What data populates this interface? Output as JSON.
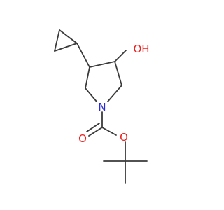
{
  "molecule": {
    "atoms": {
      "hydroxyl": {
        "label": "OH",
        "element": "O"
      },
      "ring_nitrogen": {
        "label": "N",
        "element": "N"
      },
      "carbonyl_oxygen": {
        "label": "O",
        "element": "O"
      },
      "ester_oxygen": {
        "label": "O",
        "element": "O"
      }
    },
    "colors": {
      "bond": "#3a3a3a",
      "oxygen": "#e8221f",
      "nitrogen": "#2b2bd6"
    }
  }
}
